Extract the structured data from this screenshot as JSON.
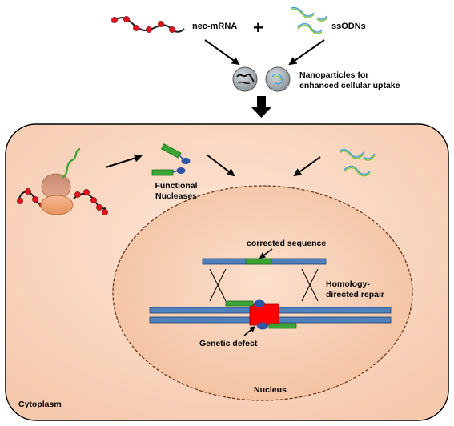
{
  "labels": {
    "mrna": "nec-mRNA",
    "plus": "+",
    "ssodns": "ssODNs",
    "nanoparticles_line1": "Nanoparticles for",
    "nanoparticles_line2": "enhanced cellular uptake",
    "functional_line1": "Functional",
    "functional_line2": "Nucleases",
    "corrected_sequence": "corrected sequence",
    "hdr_line1": "Homology-",
    "hdr_line2": "directed repair",
    "genetic_defect": "Genetic defect",
    "nucleus": "Nucleus",
    "cytoplasm": "Cytoplasm"
  },
  "colors": {
    "cell_fill": "#fce0cf",
    "cell_stroke": "#000000",
    "nucleus_fill": "#f8d0b4",
    "dna_blue": "#4f81bd",
    "dna_blue_light": "#8fb4e3",
    "defect_red": "#ff0000",
    "corrected_green": "#3aa535",
    "mrna_bead": "#e0141e",
    "mrna_line": "#1a1a1a",
    "ribosome": "#e9a77e",
    "nuclease_blue": "#2e55a5",
    "ssodn_green": "#8cc63f",
    "ssodn_blue": "#4aa3df",
    "nanoparticle": "#7f8c8d"
  }
}
